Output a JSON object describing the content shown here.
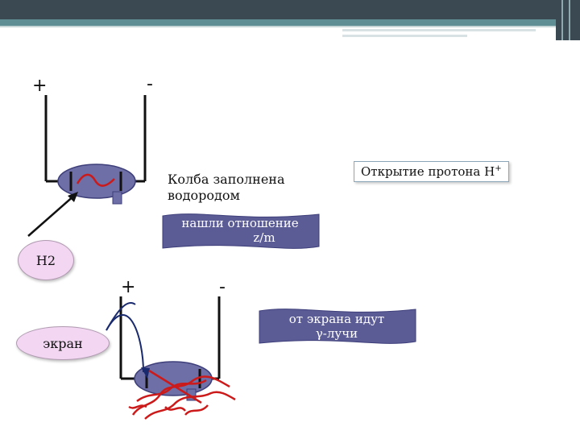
{
  "diagram": {
    "top_setup": {
      "plus_sign": "+",
      "minus_sign": "-",
      "flask_label_line1": "Колба заполнена",
      "flask_label_line2": "водородом",
      "gas_label": "H2"
    },
    "discovery_box": {
      "text": "Открытие протона H",
      "superscript": "+"
    },
    "ratio_banner": {
      "line1": "нашли отношение",
      "line2": "z/m"
    },
    "bottom_setup": {
      "plus_sign": "+",
      "minus_sign": "-",
      "screen_label": "экран"
    },
    "rays_banner": {
      "line1": "от экрана идут",
      "line2": "γ-лучи"
    }
  },
  "colors": {
    "header_bar_dark": "#3b4a52",
    "header_bar_teal": "#5f8f95",
    "flask_fill": "#6e6fa6",
    "flask_dark": "#3e3f7a",
    "wire": "#111111",
    "spark": "#cc1a1a",
    "beam": "#1a2a6e",
    "banner": "#5b5b96",
    "pill": "#f2d6f2"
  }
}
